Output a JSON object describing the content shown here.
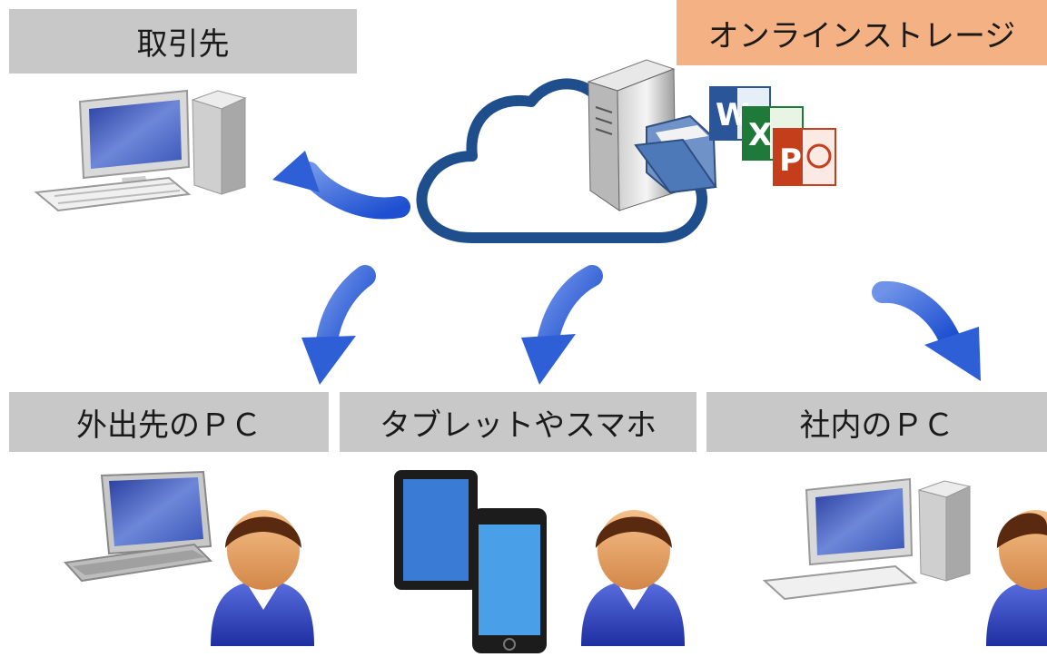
{
  "storage_label": "オンラインストレージ",
  "nodes": {
    "partner": "取引先",
    "outside_pc": "外出先のＰＣ",
    "tablet": "タブレットやスマホ",
    "office_pc": "社内のＰＣ"
  },
  "colors": {
    "label_bg": "#c8c8c8",
    "storage_bg": "#f4b183",
    "arrow": "#2f5fd6",
    "cloud": "#1f4e8c"
  }
}
